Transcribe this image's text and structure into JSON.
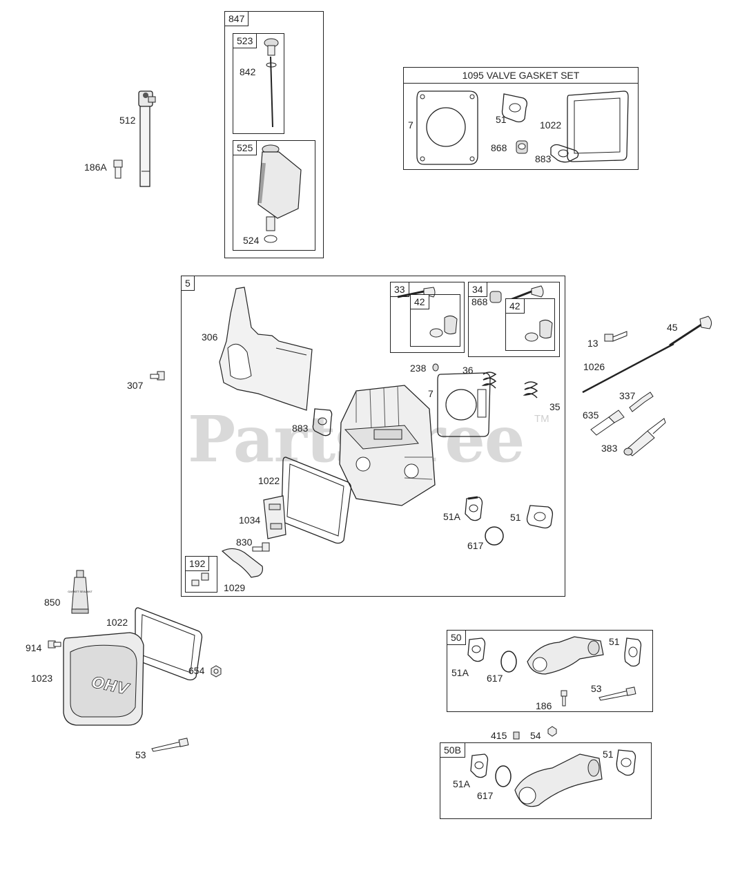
{
  "watermark": {
    "text": "PartsTree",
    "trademark": "TM"
  },
  "groups": {
    "g847": "847",
    "g523": "523",
    "g525": "525",
    "g1095": "1095 VALVE GASKET SET",
    "g5": "5",
    "g33": "33",
    "g34": "34",
    "g42a": "42",
    "g42b": "42",
    "g192": "192",
    "g50": "50",
    "g50b": "50B"
  },
  "callouts": {
    "c512": "512",
    "c186a": "186A",
    "c842": "842",
    "c524": "524",
    "c7_gasket": "7",
    "c51_gasket": "51",
    "c1022_gasket": "1022",
    "c868_gasket": "868",
    "c883_gasket": "883",
    "c306": "306",
    "c307": "307",
    "c868_valve": "868",
    "c238": "238",
    "c36": "36",
    "c7_head": "7",
    "c35": "35",
    "c883_head": "883",
    "c1022_head": "1022",
    "c1034": "1034",
    "c830": "830",
    "c1029": "1029",
    "c51a_head": "51A",
    "c51_head": "51",
    "c617_head": "617",
    "c13": "13",
    "c45": "45",
    "c1026": "1026",
    "c337": "337",
    "c635": "635",
    "c383": "383",
    "c850": "850",
    "c1022_cover": "1022",
    "c914": "914",
    "c654": "654",
    "c1023": "1023",
    "c53_cover": "53",
    "c51_50": "51",
    "c51a_50": "51A",
    "c617_50": "617",
    "c53_50": "53",
    "c186_50": "186",
    "c415": "415",
    "c54": "54",
    "c51_50b": "51",
    "c51a_50b": "51A",
    "c617_50b": "617"
  },
  "sealant_text": "GASKET SEALANT",
  "cover_text": "OHV"
}
